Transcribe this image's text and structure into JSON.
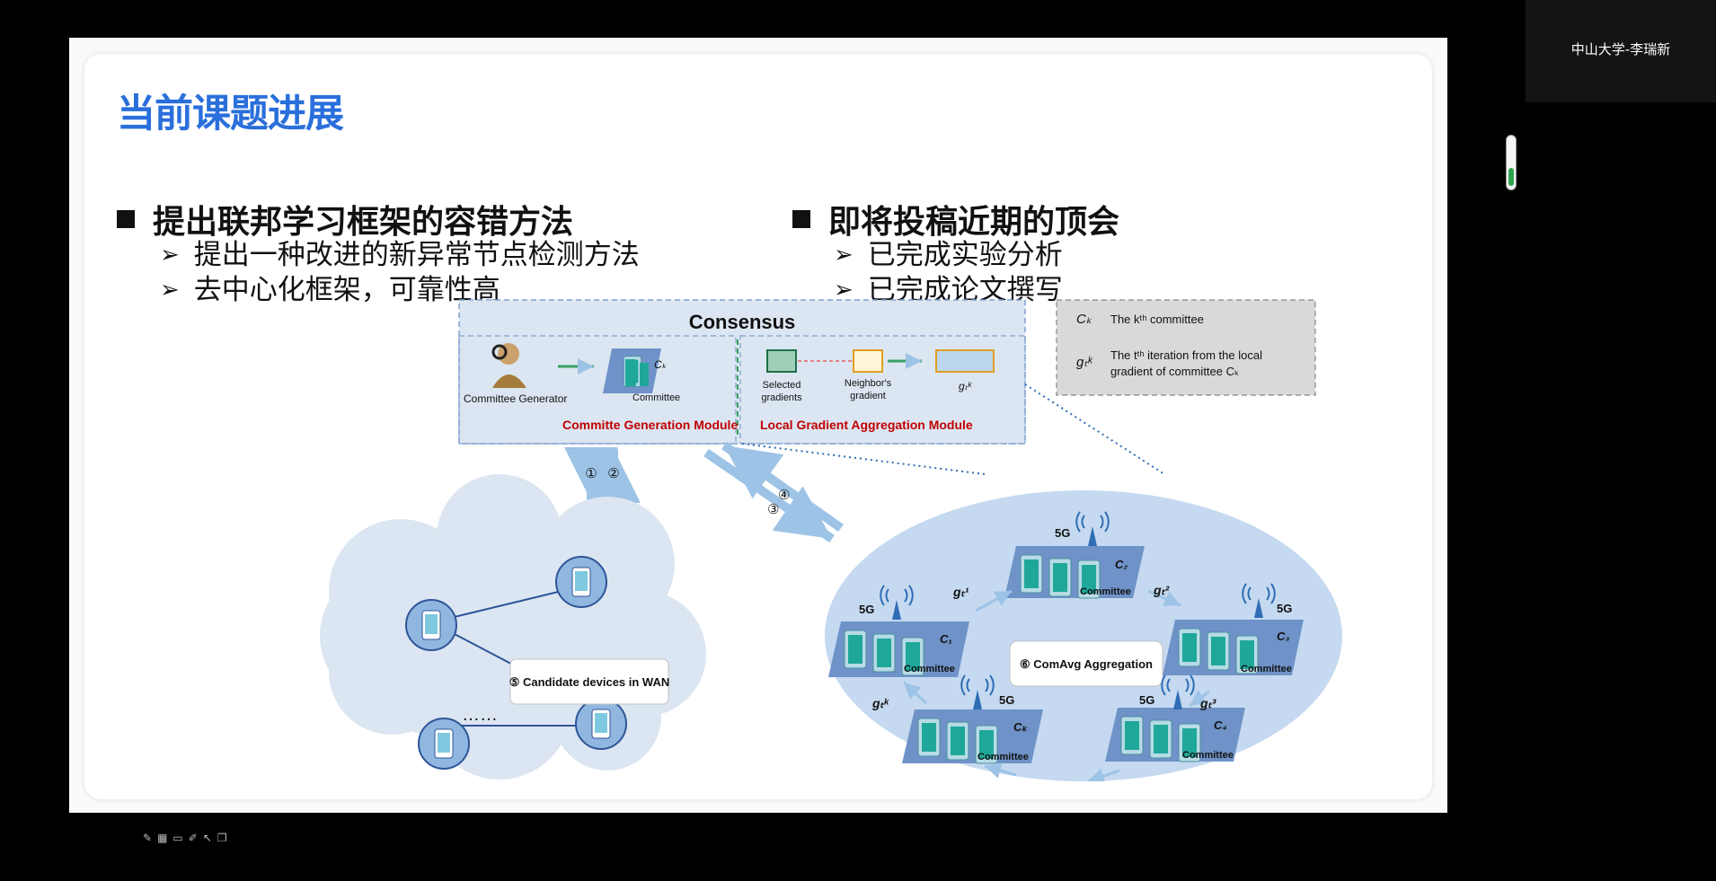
{
  "participant": {
    "name": "中山大学-李瑞新"
  },
  "slide": {
    "title": "当前课题进展",
    "left": {
      "heading": "提出联邦学习框架的容错方法",
      "items": [
        "提出一种改进的新异常节点检测方法",
        "去中心化框架，可靠性高"
      ]
    },
    "right": {
      "heading": "即将投稿近期的顶会",
      "items": [
        "已完成实验分析",
        "已完成论文撰写"
      ]
    }
  },
  "diagram": {
    "consensus_title": "Consensus",
    "committee_generator": "Committee Generator",
    "committee": "Committee",
    "ck_label": "Cₖ",
    "selected_gradients": [
      "Selected",
      "gradients"
    ],
    "neighbors_gradient": [
      "Neighbor's",
      "gradient"
    ],
    "gtk_label": "gₜᵏ",
    "committe_generation_module": "Committe Generation Module",
    "local_gradient_aggregation_module": "Local Gradient Aggregation Module",
    "legend": {
      "ck_symbol": "Cₖ",
      "ck_text": "The kᵗʰ committee",
      "gtk_symbol": "gₜᵏ",
      "gtk_text_line1": "The tᵗʰ iteration from the local",
      "gtk_text_line2": "gradient of committee Cₖ"
    },
    "step1": "①",
    "step2": "②",
    "step3": "③",
    "step4": "④",
    "candidate_devices": "⑤ Candidate devices in WAN",
    "comavg": "⑥ ComAvg Aggregation",
    "cloud_dots": "……",
    "ring_dots": "…",
    "fiveg": "5G",
    "committees": [
      {
        "label": "C₁"
      },
      {
        "label": "C₂"
      },
      {
        "label": "C₃"
      },
      {
        "label": "C₄"
      },
      {
        "label": "Cₖ"
      }
    ],
    "gradients": [
      "gₜ¹",
      "gₜ²",
      "gₜ³",
      "gₜᵏ"
    ],
    "colors": {
      "accent_red": "#c00000",
      "box_fill": "#dce6f2",
      "arrow_blue": "#9dc3e6",
      "legend_fill": "#d9d9d9"
    }
  }
}
